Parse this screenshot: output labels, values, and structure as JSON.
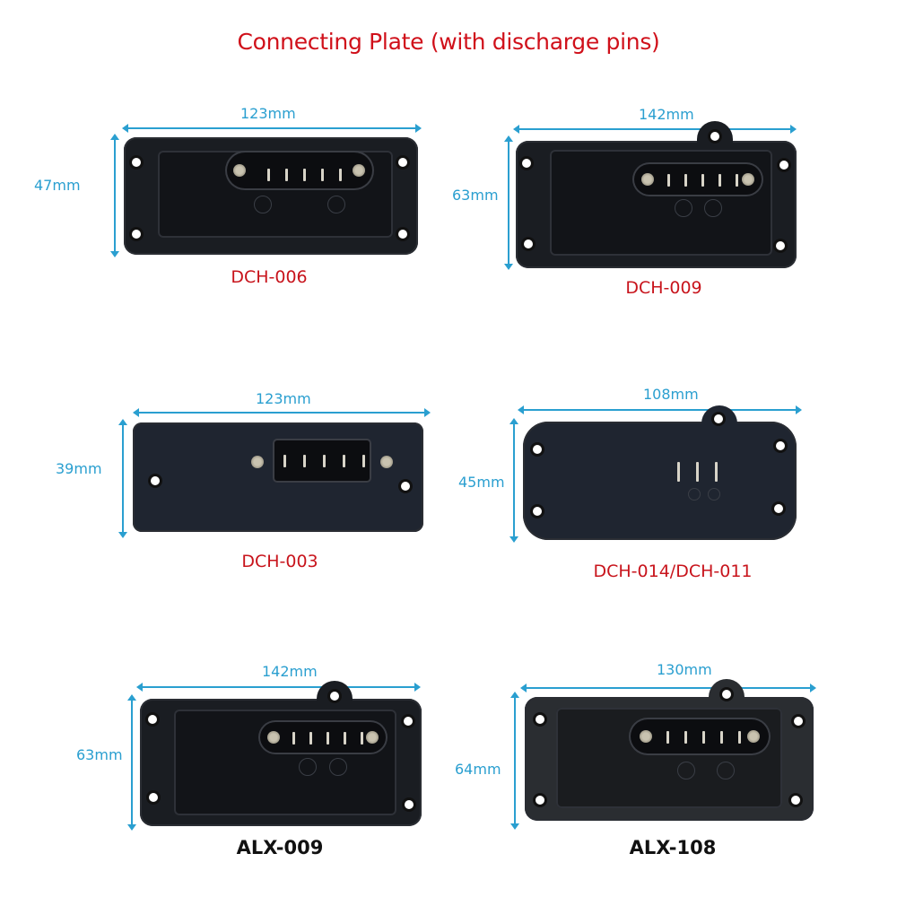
{
  "title": "Connecting Plate (with discharge pins)",
  "colors": {
    "title": "#d0101a",
    "dimension": "#2a9fd0",
    "model_red": "#c8141c",
    "model_black": "#111111"
  },
  "products": [
    {
      "model": "DCH-006",
      "width": "123mm",
      "height": "47mm",
      "pins": 5,
      "label_color": "red"
    },
    {
      "model": "DCH-009",
      "width": "142mm",
      "height": "63mm",
      "pins": 5,
      "label_color": "red"
    },
    {
      "model": "DCH-003",
      "width": "123mm",
      "height": "39mm",
      "pins": 5,
      "label_color": "red"
    },
    {
      "model": "DCH-014/DCH-011",
      "width": "108mm",
      "height": "45mm",
      "pins": 3,
      "label_color": "red"
    },
    {
      "model": "ALX-009",
      "width": "142mm",
      "height": "63mm",
      "pins": 5,
      "label_color": "black"
    },
    {
      "model": "ALX-108",
      "width": "130mm",
      "height": "64mm",
      "pins": 5,
      "label_color": "black"
    }
  ]
}
